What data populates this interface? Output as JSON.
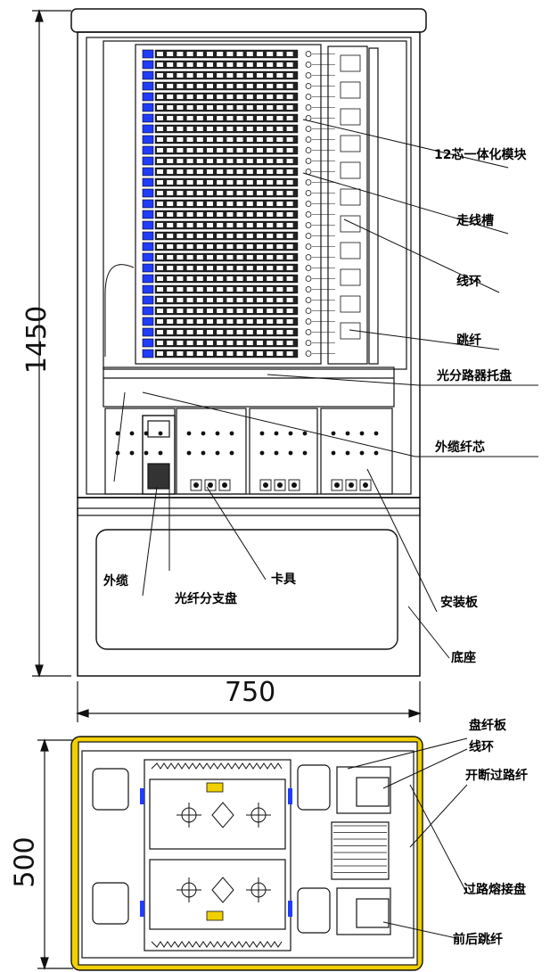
{
  "dimensions": {
    "height": "1450",
    "width": "750",
    "depth": "500"
  },
  "labels": {
    "module_12": "12芯一体化模块",
    "trough": "走线槽",
    "ring": "线环",
    "jumper": "跳纤",
    "splitter_tray": "光分路器托盘",
    "outer_core": "外缆纤芯",
    "outer_cable": "外缆",
    "clamp": "卡具",
    "branch_box": "光纤分支盘",
    "mount_plate": "安装板",
    "base": "底座"
  },
  "plan_labels": {
    "coil_plate": "盘纤板",
    "ring": "线环",
    "pass_fiber": "开断过路纤",
    "pass_splice": "过路熔接盘",
    "front_back_jumper": "前后跳纤"
  },
  "colors": {
    "line": "#111111",
    "blue": "#1f3cff",
    "yellow": "#f0d000",
    "grey": "#d9d9d9"
  }
}
